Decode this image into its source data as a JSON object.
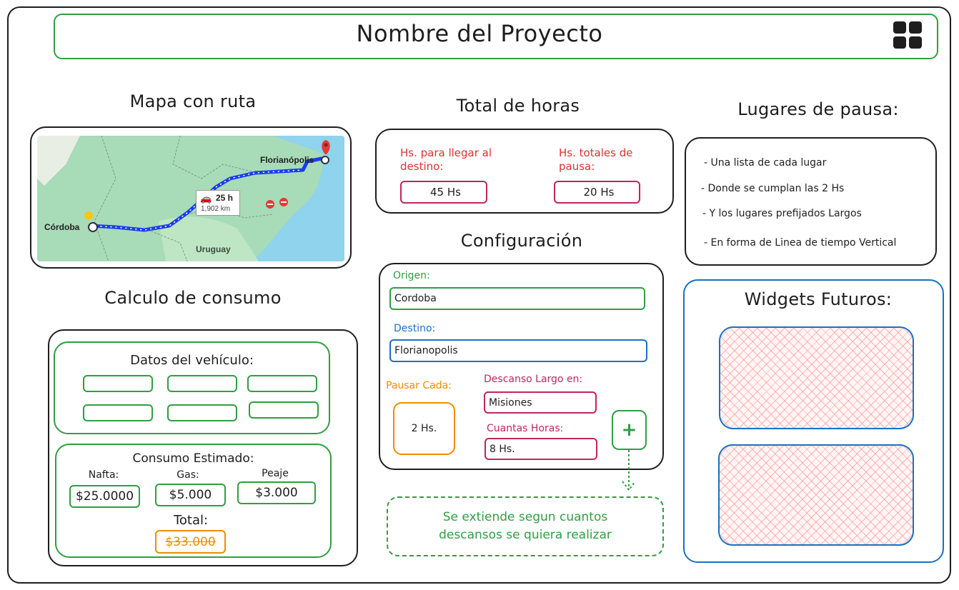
{
  "header": {
    "title": "Nombre del Proyecto",
    "menu_icon": "grid-icon"
  },
  "map_section": {
    "title": "Mapa con ruta",
    "origin_label": "Córdoba",
    "destination_label": "Florianópolis",
    "country_label": "Uruguay",
    "duration": "25 h",
    "distance": "1,902 km"
  },
  "hours_section": {
    "title": "Total de horas",
    "arrive_label": "Hs. para llegar al destino:",
    "arrive_value": "45 Hs",
    "pause_label": "Hs. totales de pausa:",
    "pause_value": "20 Hs"
  },
  "pauses_section": {
    "title": "Lugares de pausa:",
    "items": [
      "- Una lista de cada lugar",
      "- Donde se cumplan las 2 Hs",
      "- Y los lugares prefijados Largos",
      "- En forma de Linea de tiempo Vertical"
    ]
  },
  "config_section": {
    "title": "Configuración",
    "origin_label": "Origen:",
    "origin_value": "Cordoba",
    "destination_label": "Destino:",
    "destination_value": "Florianopolis",
    "pause_every_label": "Pausar Cada:",
    "pause_every_value": "2 Hs.",
    "long_rest_label": "Descanso Largo en:",
    "long_rest_value": "Misiones",
    "hours_label": "Cuantas Horas:",
    "hours_value": "8 Hs.",
    "add_label": "+",
    "note": "Se extiende segun cuantos descansos se quiera realizar"
  },
  "consumption_section": {
    "title": "Calculo de consumo",
    "vehicle_title": "Datos del vehículo:",
    "estimate_title": "Consumo Estimado:",
    "nafta_label": "Nafta:",
    "nafta_value": "$25.0000",
    "gas_label": "Gas:",
    "gas_value": "$5.000",
    "peaje_label": "Peaje",
    "peaje_value": "$3.000",
    "total_label": "Total:",
    "total_value": "$33.000"
  },
  "widgets_section": {
    "title": "Widgets Futuros:"
  },
  "colors": {
    "green": "#2f9e44",
    "blue": "#1971c2",
    "red": "#e03131",
    "orange": "#f08c00",
    "magenta": "#c2255c",
    "route": "#1a3cf0"
  }
}
